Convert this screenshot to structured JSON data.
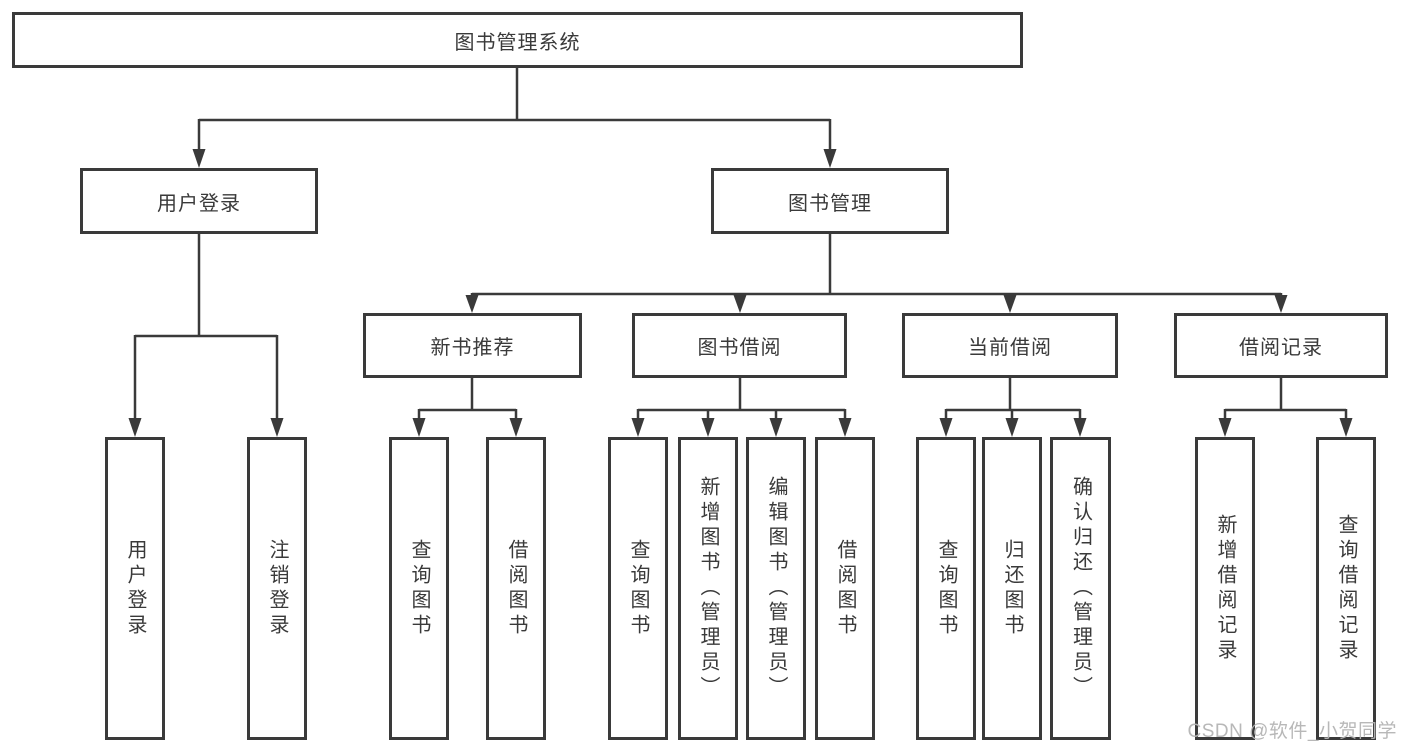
{
  "tree": {
    "label": "图书管理系统",
    "children": [
      {
        "label": "用户登录",
        "children": [
          {
            "label": "用户登录"
          },
          {
            "label": "注销登录"
          }
        ]
      },
      {
        "label": "图书管理",
        "children": [
          {
            "label": "新书推荐",
            "children": [
              {
                "label": "查询图书"
              },
              {
                "label": "借阅图书"
              }
            ]
          },
          {
            "label": "图书借阅",
            "children": [
              {
                "label": "查询图书"
              },
              {
                "label": "新增图书（管理员）"
              },
              {
                "label": "编辑图书（管理员）"
              },
              {
                "label": "借阅图书"
              }
            ]
          },
          {
            "label": "当前借阅",
            "children": [
              {
                "label": "查询图书"
              },
              {
                "label": "归还图书"
              },
              {
                "label": "确认归还（管理员）"
              }
            ]
          },
          {
            "label": "借阅记录",
            "children": [
              {
                "label": "新增借阅记录"
              },
              {
                "label": "查询借阅记录"
              }
            ]
          }
        ]
      }
    ]
  },
  "watermark": {
    "text": "CSDN @软件_小贺同学"
  },
  "colors": {
    "line": "#3a3a3a",
    "text": "#3a3a3a",
    "box_background": "#ffffff",
    "watermark": "#b4b4b4",
    "background": "#ffffff"
  }
}
